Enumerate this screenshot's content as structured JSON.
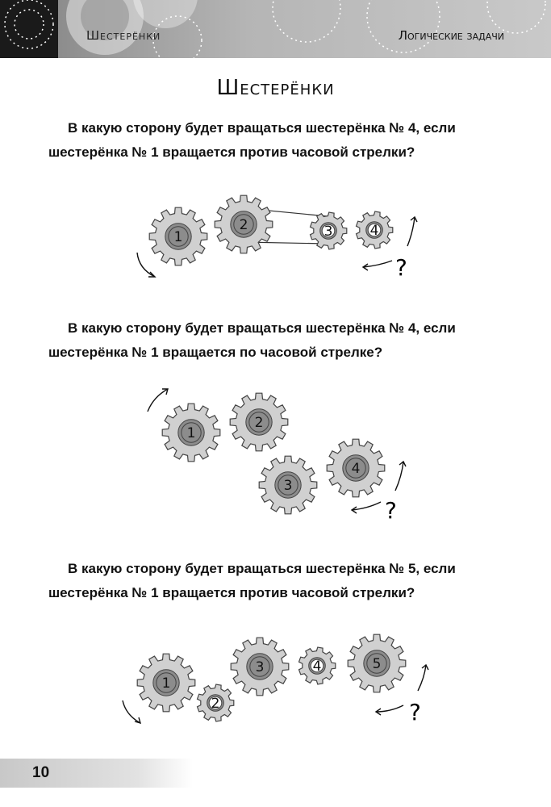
{
  "header": {
    "left_title": "Шестерёнки",
    "right_title": "Логические задачи"
  },
  "page_title": "Шестерёнки",
  "questions": [
    {
      "line1": "В какую сторону будет вращаться шестерёнка № 4, если",
      "line2": "шестерёнка № 1 вращается против часовой стрелки?",
      "gear_labels": [
        "1",
        "2",
        "3",
        "4"
      ],
      "question_mark": "?"
    },
    {
      "line1": "В какую сторону будет вращаться шестерёнка № 4, если",
      "line2": "шестерёнка № 1 вращается по часовой стрелке?",
      "gear_labels": [
        "1",
        "2",
        "3",
        "4"
      ],
      "question_mark": "?"
    },
    {
      "line1": "В какую сторону будет вращаться шестерёнка № 5, если",
      "line2": "шестерёнка № 1 вращается против часовой стрелки?",
      "gear_labels": [
        "1",
        "2",
        "3",
        "4",
        "5"
      ],
      "question_mark": "?"
    }
  ],
  "page_number": "10",
  "colors": {
    "gear_body": "#d0d0d0",
    "gear_stroke": "#444444",
    "hub_outer": "#8c8c8c",
    "hub_inner": "#cfcfcf"
  }
}
